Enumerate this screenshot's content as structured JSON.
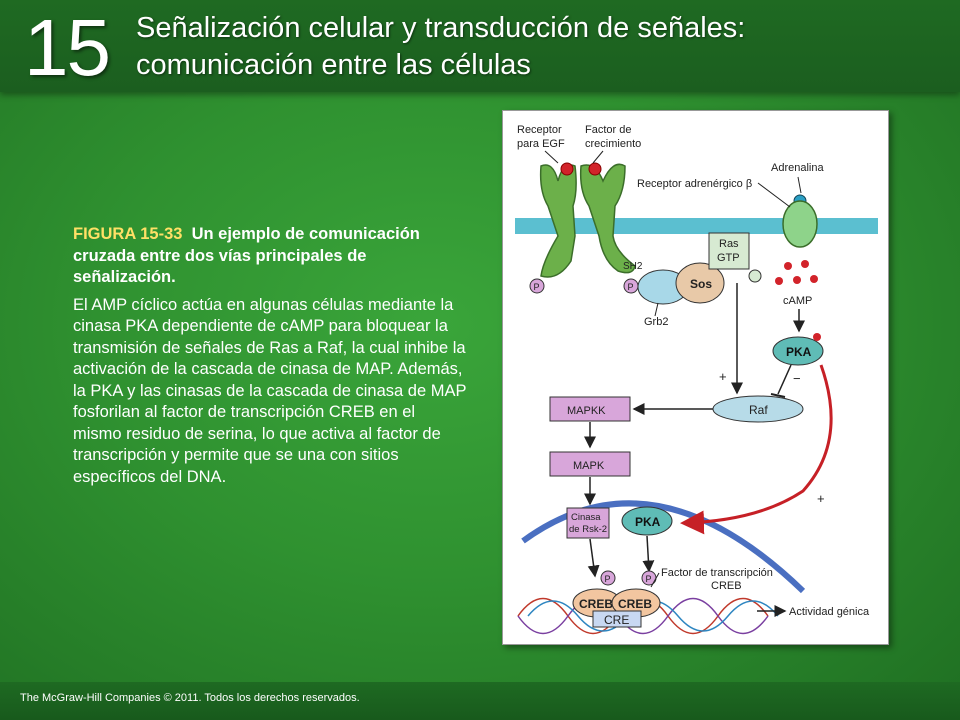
{
  "header": {
    "chapter_number": "15",
    "title_line1": "Señalización celular y transducción de señales:",
    "title_line2": "comunicación entre las células"
  },
  "caption": {
    "figure_label": "FIGURA 15-33",
    "figure_title": "Un ejemplo de comunicación cruzada entre dos vías principales de señalización.",
    "body": "El AMP cíclico actúa en algunas células mediante la cinasa PKA dependiente de cAMP para bloquear la transmisión de señales de Ras a Raf, la cual inhibe la activación de la cascada de cinasa de MAP. Además, la PKA y las cinasas de la cascada de cinasa de MAP fosforilan al factor de transcripción CREB en el mismo residuo de serina, lo que activa al factor de transcripción y permite que se una con sitios específicos del DNA."
  },
  "diagram": {
    "egf_receptor_line1": "Receptor",
    "egf_receptor_line2": "para EGF",
    "growth_factor_line1": "Factor de",
    "growth_factor_line2": "crecimiento",
    "adrenaline": "Adrenalina",
    "adrenergic_receptor": "Receptor adrenérgico β",
    "sh2": "SH2",
    "ras_line1": "Ras",
    "ras_line2": "GTP",
    "sos": "Sos",
    "grb2": "Grb2",
    "camp": "cAMP",
    "pka": "PKA",
    "pka2": "PKA",
    "raf": "Raf",
    "mapkk": "MAPKK",
    "mapk": "MAPK",
    "rsk_line1": "Cinasa",
    "rsk_line2": "de Rsk-2",
    "tf_line1": "Factor de transcripción",
    "tf_line2": "CREB",
    "creb": "CREB",
    "creb2": "CREB",
    "cre": "CRE",
    "gene_activity": "Actividad génica",
    "plus": "+",
    "minus": "−",
    "p": "P"
  },
  "footer": {
    "copyright": "The McGraw-Hill Companies © 2011. Todos los derechos reservados."
  },
  "colors": {
    "membrane": "#5bbfd0",
    "receptor": "#6cb04a",
    "purple": "#d8a6da",
    "teal": "#5fbcb6",
    "red_arrow": "#c62026"
  }
}
